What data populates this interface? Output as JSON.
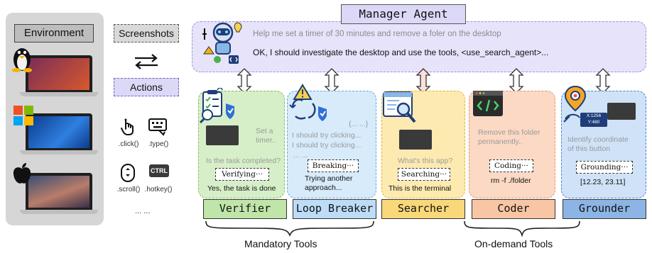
{
  "environment": {
    "title": "Environment",
    "platforms": [
      "linux",
      "windows",
      "macos"
    ]
  },
  "io": {
    "screenshots_label": "Screenshots",
    "actions_label": "Actions",
    "actions": [
      {
        "icon": "click-icon",
        "label": ".click()"
      },
      {
        "icon": "keyboard-icon",
        "label": ".type()"
      },
      {
        "icon": "mouse-scroll-icon",
        "label": ".scroll()"
      },
      {
        "icon": "ctrl-key-icon",
        "label": ".hotkey()",
        "key": "CTRL"
      }
    ],
    "more": "... ..."
  },
  "manager": {
    "title": "Manager Agent",
    "user_message": "Help me set a timer of 30 minutes and remove a foler on the desktop",
    "agent_message": "OK, I should investigate the desktop and use the tools, <use_search_agent>..."
  },
  "tools": [
    {
      "name": "Verifier",
      "color": "#d6efc8",
      "border": "#7fbf5f",
      "label_bg": "#bfe5a8",
      "aside": "Set a\ntimer..",
      "question": "Is the task completed?",
      "status": "Verifying···",
      "result": "Yes, the task is done"
    },
    {
      "name": "Loop Breaker",
      "color": "#d7ebfb",
      "border": "#6ea7dc",
      "label_bg": "#bcdcf7",
      "aside": "{... ...}",
      "tries": [
        "I should try clicking...",
        "I should try clicking...",
        "... ..."
      ],
      "status": "Breaking···",
      "result": "Trying another\napproach..."
    },
    {
      "name": "Searcher",
      "color": "#fdeab0",
      "border": "#e1b73e",
      "label_bg": "#f9d87a",
      "question": "What's this app?",
      "status": "Searching···",
      "result": "This is the terminal"
    },
    {
      "name": "Coder",
      "color": "#fbd9c4",
      "border": "#e39a6c",
      "label_bg": "#f8c6a4",
      "question": "Remove this folder\npermanently..",
      "status": "Coding···",
      "result": "rm -f ./folder"
    },
    {
      "name": "Grounder",
      "color": "#cfe2f7",
      "border": "#4f85c9",
      "label_bg": "#8cb5e6",
      "question": "Identify coordinate\nof this button",
      "status": "Grounding···",
      "result": "[12.23, 23.11]",
      "badge": "X:1256\nY:480"
    }
  ],
  "groups": {
    "mandatory": "Mandatory Tools",
    "on_demand": "On-demand Tools"
  }
}
